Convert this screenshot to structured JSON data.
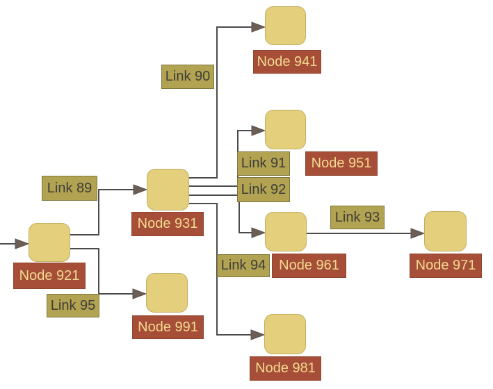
{
  "diagram": {
    "background_color": "#ffffff",
    "colors": {
      "node_fill": "#e4cf7c",
      "node_border": "#c4ae62",
      "node_label_bg": "#a64e37",
      "node_label_text": "#f2da90",
      "link_label_bg": "#b1a351",
      "link_label_border": "#80763c",
      "link_label_text": "#3f3e39",
      "edge_stroke": "#4b4b4b",
      "arrowhead_fill": "#6a5e57"
    },
    "nodes": [
      {
        "id": "921",
        "label": "Node 921"
      },
      {
        "id": "931",
        "label": "Node 931"
      },
      {
        "id": "941",
        "label": "Node 941"
      },
      {
        "id": "951",
        "label": "Node 951"
      },
      {
        "id": "961",
        "label": "Node 961"
      },
      {
        "id": "971",
        "label": "Node 971"
      },
      {
        "id": "981",
        "label": "Node 981"
      },
      {
        "id": "991",
        "label": "Node 991"
      }
    ],
    "links": [
      {
        "id": "89",
        "label": "Link 89",
        "from": "Node 921",
        "to": "Node 931"
      },
      {
        "id": "90",
        "label": "Link 90",
        "from": "Node 931",
        "to": "Node 941"
      },
      {
        "id": "91",
        "label": "Link 91",
        "from": "Node 931",
        "to": "Node 951"
      },
      {
        "id": "92",
        "label": "Link 92",
        "from": "Node 931",
        "to": "Node 961"
      },
      {
        "id": "93",
        "label": "Link 93",
        "from": "Node 961",
        "to": "Node 971"
      },
      {
        "id": "94",
        "label": "Link 94",
        "from": "Node 931",
        "to": "Node 981"
      },
      {
        "id": "95",
        "label": "Link 95",
        "from": "Node 921",
        "to": "Node 991"
      }
    ]
  }
}
